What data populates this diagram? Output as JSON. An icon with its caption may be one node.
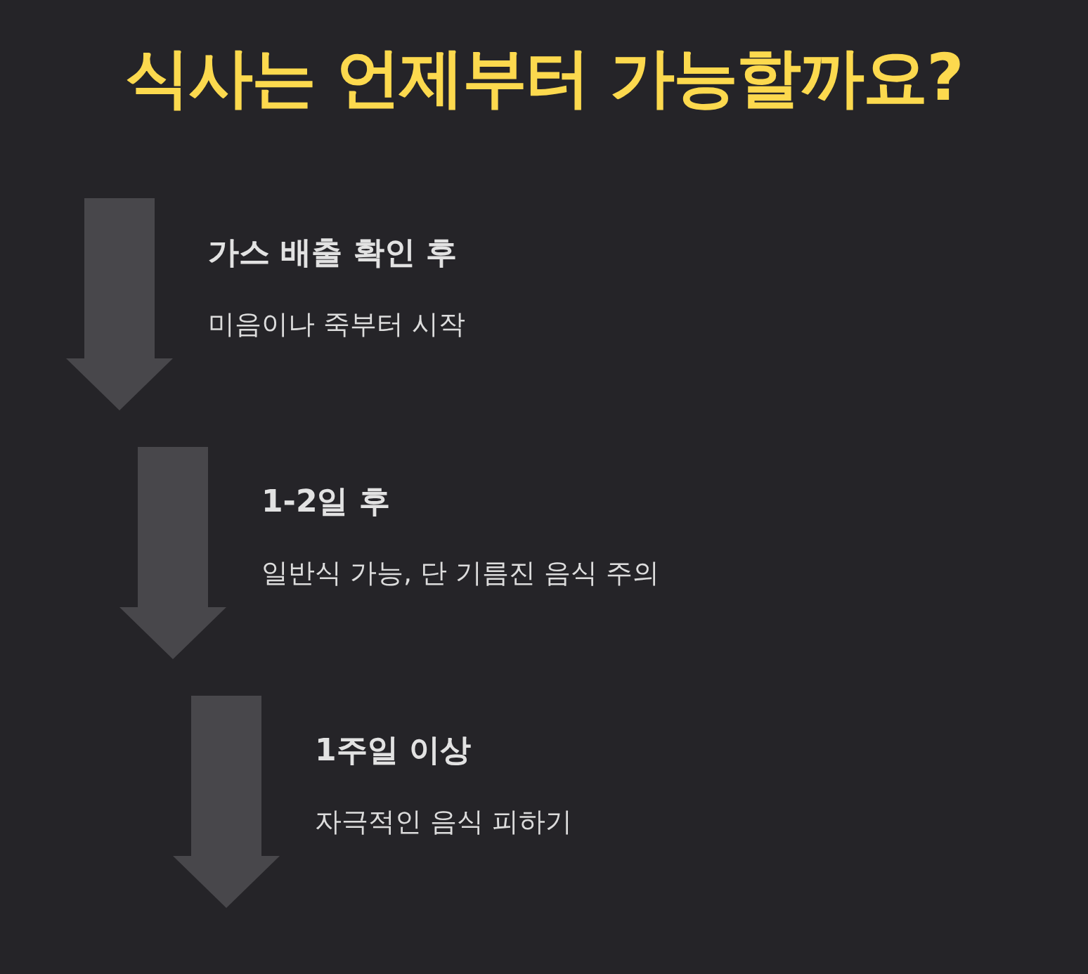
{
  "diagram": {
    "title": "식사는 언제부터 가능할까요?",
    "nodes": [
      {
        "text": [
          "가스 배출 확인 후",
          "미음이나 죽부터 시작"
        ]
      },
      {
        "text": [
          "1-2일 후",
          "일반식 가능, 단 기름진 음식 주의"
        ]
      },
      {
        "text": [
          "1주일 이상",
          "자극적인 음식 피하기"
        ]
      }
    ]
  }
}
